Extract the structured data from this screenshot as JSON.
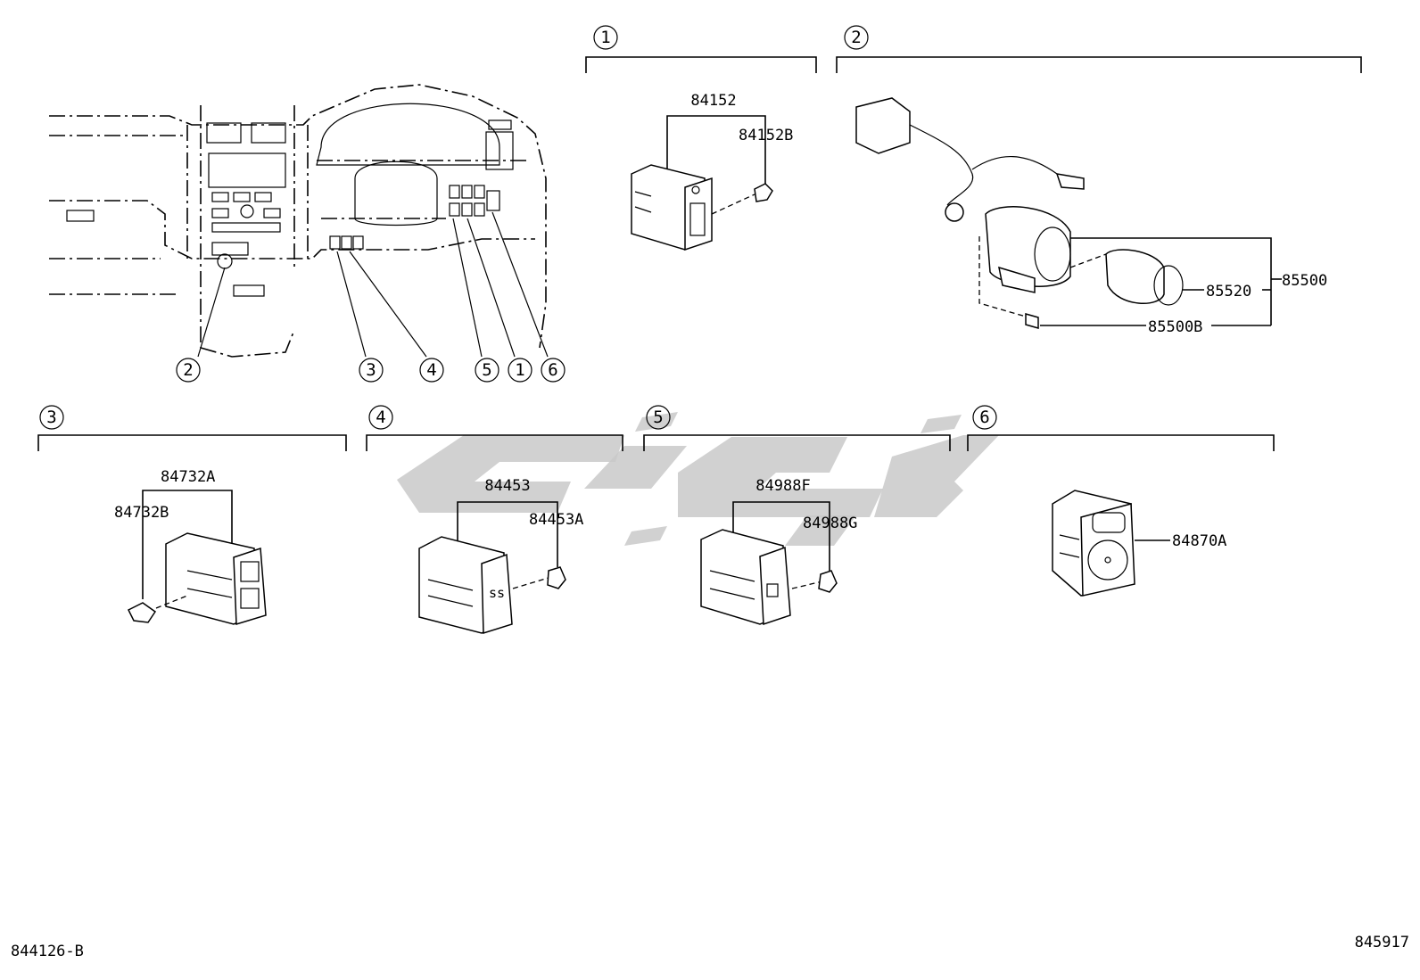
{
  "diagram": {
    "callout_markers": [
      "1",
      "2",
      "3",
      "4",
      "5",
      "6"
    ],
    "dashboard_callouts": [
      "2",
      "3",
      "4",
      "5",
      "1",
      "6"
    ],
    "groups": [
      {
        "marker": "1",
        "parts": [
          "84152",
          "84152B"
        ]
      },
      {
        "marker": "2",
        "parts": [
          "85500",
          "85520",
          "85500B"
        ]
      },
      {
        "marker": "3",
        "parts": [
          "84732A",
          "84732B"
        ]
      },
      {
        "marker": "4",
        "parts": [
          "84453",
          "84453A"
        ]
      },
      {
        "marker": "5",
        "parts": [
          "84988F",
          "84988G"
        ]
      },
      {
        "marker": "6",
        "parts": [
          "84870A"
        ]
      }
    ],
    "footer": {
      "left_code": "844126-B",
      "right_code": "845917"
    },
    "watermark_icon": "brand-watermark-logo"
  }
}
